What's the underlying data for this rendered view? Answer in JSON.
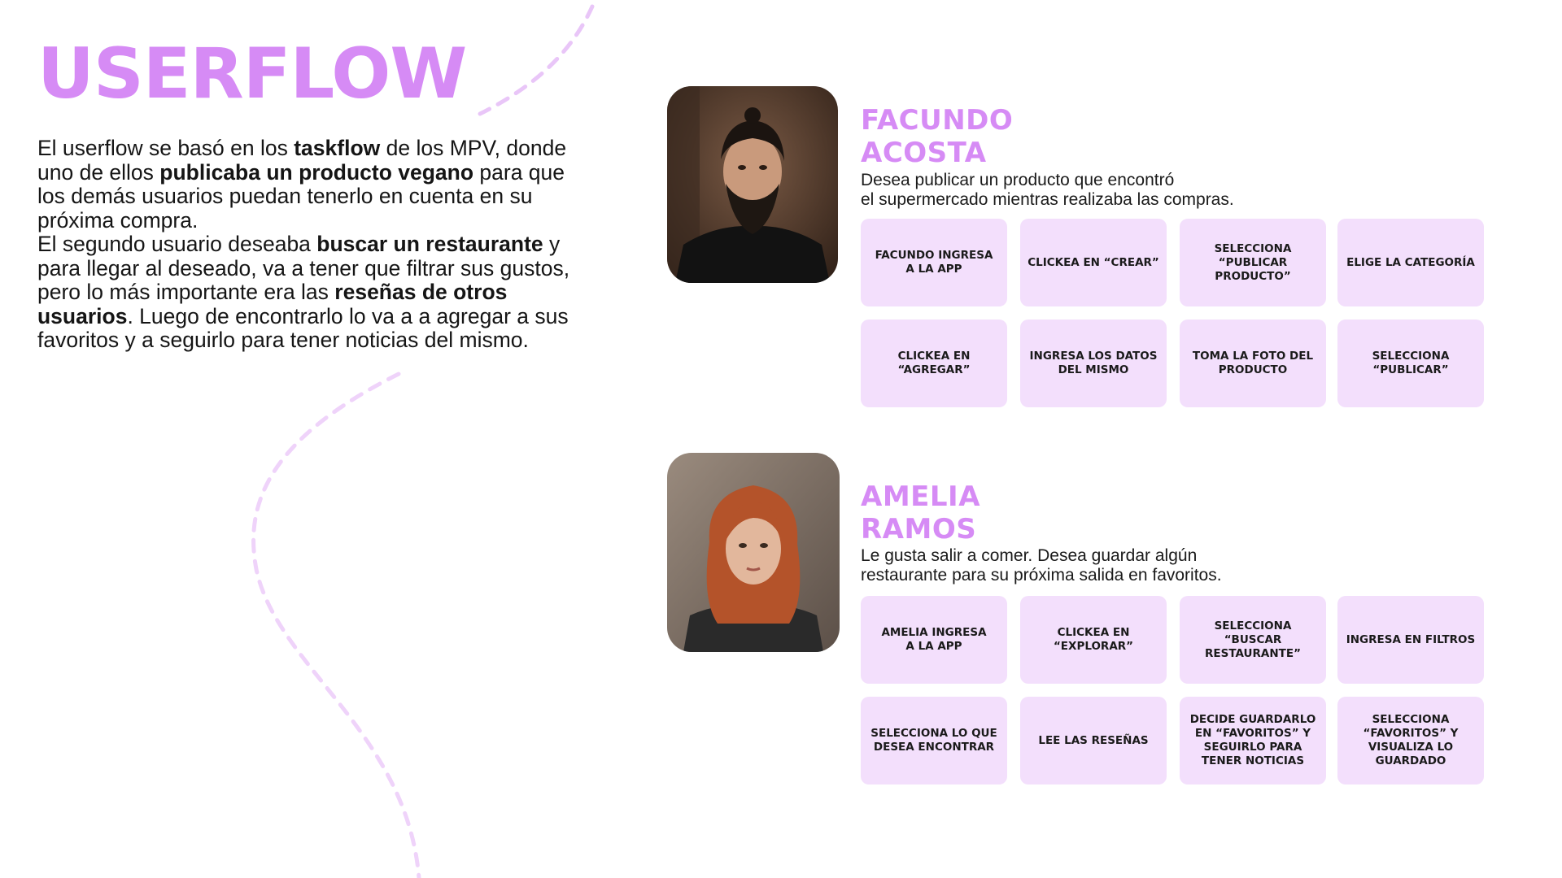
{
  "title": "USERFLOW",
  "intro": {
    "p1": [
      {
        "t": "El userflow se basó en los ",
        "b": false
      },
      {
        "t": "taskflow",
        "b": true
      },
      {
        "t": " de los MPV, donde uno de ellos ",
        "b": false
      },
      {
        "t": "publicaba un producto vegano",
        "b": true
      },
      {
        "t": " para que los demás usuarios puedan tenerlo en cuenta en su próxima compra.",
        "b": false
      }
    ],
    "p2": [
      {
        "t": "El segundo usuario deseaba ",
        "b": false
      },
      {
        "t": "buscar un restaurante",
        "b": true
      },
      {
        "t": " y para llegar al deseado, va a tener que filtrar sus gustos, pero lo más importante era las ",
        "b": false
      },
      {
        "t": "reseñas de otros usuarios",
        "b": true
      },
      {
        "t": ". Luego de encontrarlo lo va a a agregar a sus favoritos y a seguirlo para tener noticias del mismo.",
        "b": false
      }
    ]
  },
  "personas": [
    {
      "first_name": "FACUNDO",
      "last_name": "ACOSTA",
      "desc_line1": "Desea publicar un producto que encontró",
      "desc_line2": "el supermercado mientras realizaba las compras.",
      "steps": [
        "FACUNDO INGRESA\nA LA APP",
        "CLICKEA EN “CREAR”",
        "SELECCIONA\n“PUBLICAR PRODUCTO”",
        "ELIGE LA CATEGORÍA",
        "CLICKEA EN\n“AGREGAR”",
        "INGRESA LOS DATOS\nDEL MISMO",
        "TOMA LA FOTO DEL\nPRODUCTO",
        "SELECCIONA\n“PUBLICAR”"
      ]
    },
    {
      "first_name": "AMELIA",
      "last_name": "RAMOS",
      "desc_line1": "Le gusta salir a comer. Desea guardar algún",
      "desc_line2": "restaurante para su próxima salida en favoritos.",
      "steps": [
        "AMELIA INGRESA\nA LA APP",
        "CLICKEA EN\n“EXPLORAR”",
        "SELECCIONA\n“BUSCAR\nRESTAURANTE”",
        "INGRESA EN FILTROS",
        "SELECCIONA LO QUE\nDESEA ENCONTRAR",
        "LEE LAS RESEÑAS",
        "DECIDE GUARDARLO\nEN “FAVORITOS” Y\nSEGUIRLO PARA\nTENER NOTICIAS",
        "SELECCIONA\n“FAVORITOS” Y\nVISUALIZA LO\nGUARDADO"
      ]
    }
  ],
  "colors": {
    "accent": "#d68bf5",
    "step_bg": "#f3dffc",
    "dash": "#e9c6f8"
  }
}
